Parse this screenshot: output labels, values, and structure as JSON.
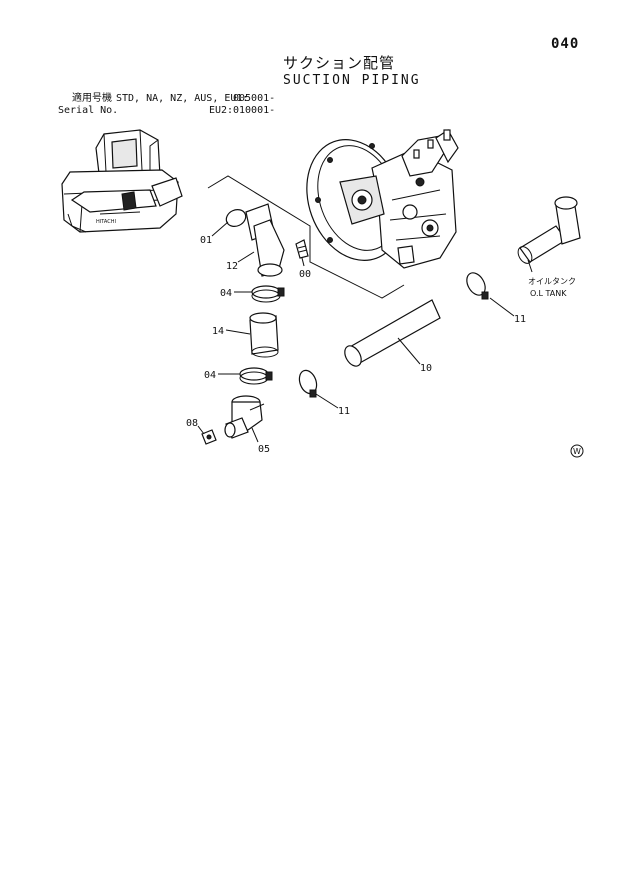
{
  "header": {
    "page_number": "040",
    "title_ja": "サクション配管",
    "title_en": "SUCTION PIPING"
  },
  "applicability": {
    "row1_label": "適用号機",
    "row1_models": "STD, NA, NZ, AUS, EU1:",
    "row1_serial": "005001-",
    "row2_label": "Serial No.",
    "row2_models": "EU2:",
    "row2_serial": "010001-"
  },
  "callouts": {
    "c01": "01",
    "c12": "12",
    "c00": "00",
    "c04a": "04",
    "c14": "14",
    "c04b": "04",
    "c08": "08",
    "c05": "05",
    "c11a": "11",
    "c10": "10",
    "c11b": "11"
  },
  "oil_tank": {
    "label_ja": "オイルタンク",
    "label_en": "O.L TANK"
  },
  "mark": "W"
}
